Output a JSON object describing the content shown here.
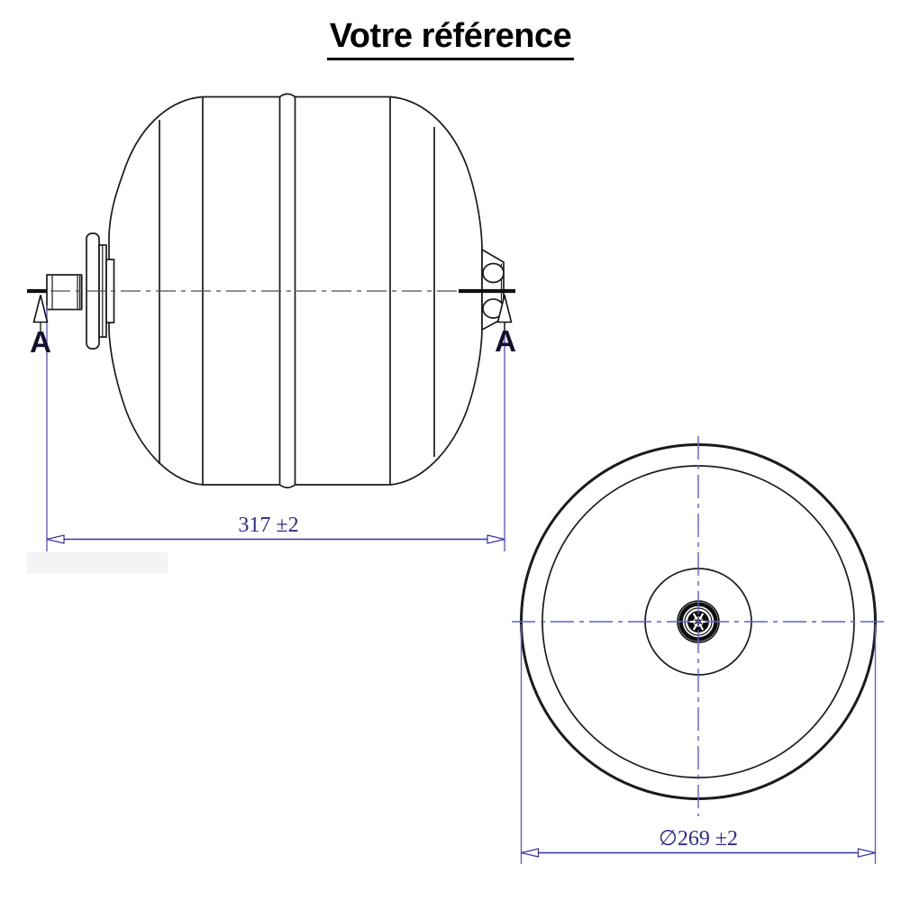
{
  "title": "Votre référence",
  "side_view": {
    "length_dimension": "317 ±2",
    "section_marker_left": "A",
    "section_marker_right": "A"
  },
  "front_view": {
    "diameter_dimension": "∅269 ±2"
  },
  "colors": {
    "line": "#1b1b1b",
    "centerline_blue": "#5d5dcb",
    "dimension_blue": "#3434a6",
    "dimension_text": "#2b2b8e",
    "section_label": "#10102e"
  }
}
